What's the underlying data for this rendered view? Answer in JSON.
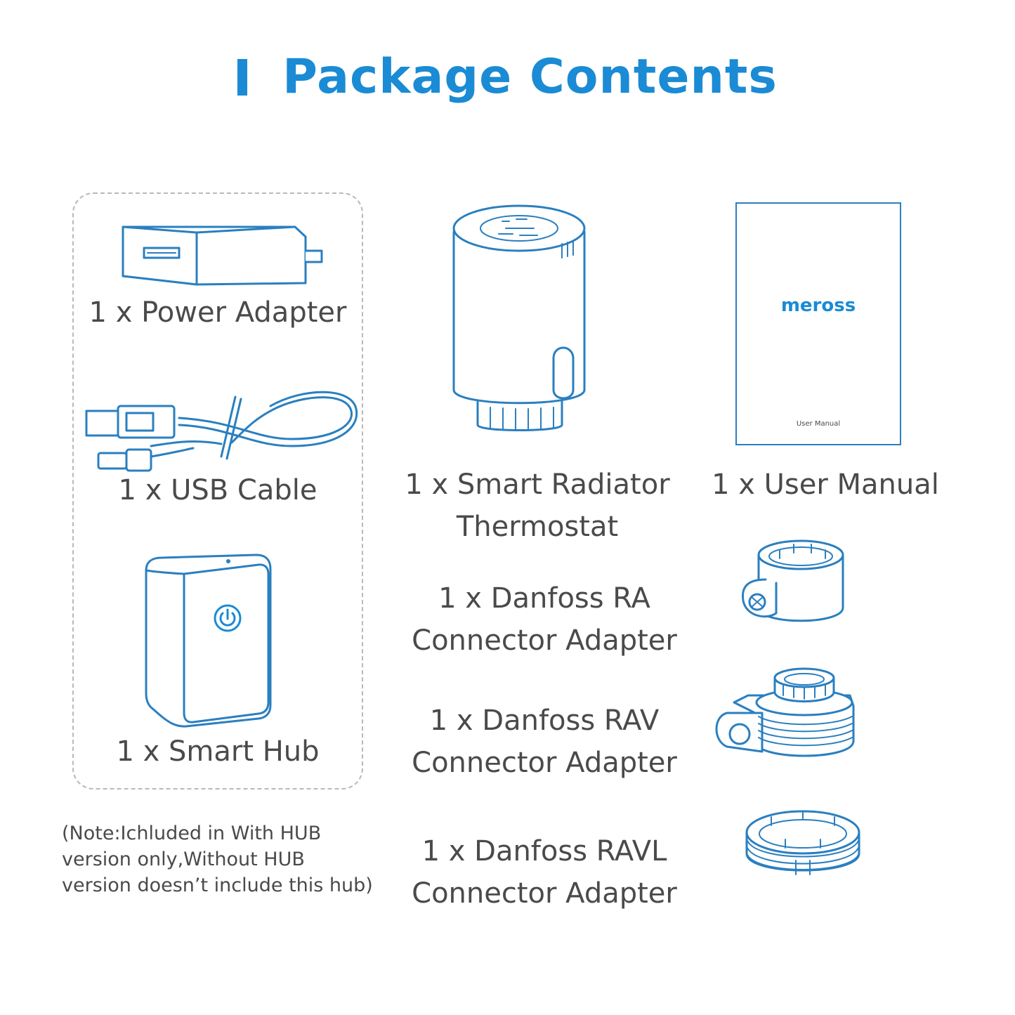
{
  "title": "Package Contents",
  "items": {
    "power_adapter": "1 x Power Adapter",
    "usb_cable": "1 x USB Cable",
    "smart_hub": "1 x Smart Hub",
    "thermostat_line1": "1 x Smart Radiator",
    "thermostat_line2": "Thermostat",
    "user_manual": "1 x User Manual",
    "ra_line1": "1 x Danfoss RA",
    "ra_line2": "Connector Adapter",
    "rav_line1": "1 x Danfoss RAV",
    "rav_line2": "Connector Adapter",
    "ravl_line1": "1 x Danfoss RAVL",
    "ravl_line2": "Connector Adapter"
  },
  "note": {
    "line1": "(Note:Ichluded in With HUB",
    "line2": "version only,Without HUB",
    "line3": "version doesn’t include this hub)"
  },
  "manual": {
    "brand": "meross",
    "caption": "User Manual"
  },
  "colors": {
    "accent": "#1a8bd4",
    "outline": "#2a7fc0",
    "text": "#4a4a4a",
    "dashed_border": "#b9b9b9"
  },
  "icons": [
    "power-adapter-icon",
    "usb-cable-icon",
    "smart-hub-icon",
    "power-icon",
    "thermostat-icon",
    "user-manual-icon",
    "ra-adapter-icon",
    "rav-adapter-icon",
    "ravl-adapter-icon"
  ]
}
